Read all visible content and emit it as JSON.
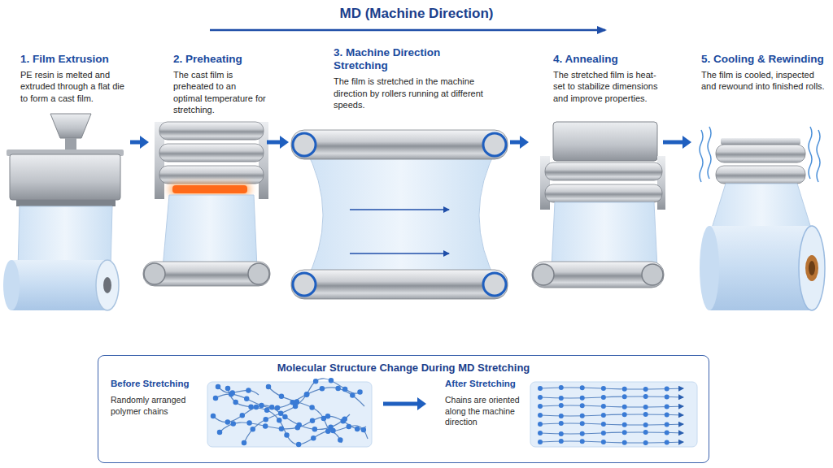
{
  "diagram": {
    "title": "MD (Machine Direction)",
    "nodes": [
      {
        "text": [
          "1. Film Extrusion",
          "PE resin is melted and extruded through a flat die to form a cast film."
        ]
      },
      {
        "text": [
          "2. Preheating",
          "The cast film is preheated to an optimal temperature for stretching."
        ]
      },
      {
        "text": [
          "3. Machine Direction Stretching",
          "The film is stretched in the machine direction by rollers running at different speeds."
        ]
      },
      {
        "text": [
          "4. Annealing",
          "The stretched film is heat-set to stabilize dimensions and improve properties."
        ]
      },
      {
        "text": [
          "5. Cooling & Rewinding",
          "The film is cooled, inspected and rewound into finished rolls."
        ]
      },
      {
        "text": [
          "Molecular Structure Change During MD Stretching"
        ]
      },
      {
        "text": [
          "Before Stretching",
          "Randomly arranged polymer chains"
        ],
        "in": 5
      },
      {
        "text": [
          "After Stretching",
          "Chains are oriented along the machine direction"
        ],
        "in": 5
      }
    ],
    "edges": [
      {
        "from": 0,
        "to": 1,
        "arrow": "to"
      },
      {
        "from": 1,
        "to": 2,
        "arrow": "to"
      },
      {
        "from": 2,
        "to": 3,
        "arrow": "to"
      },
      {
        "from": 3,
        "to": 4,
        "arrow": "to"
      },
      {
        "from": 6,
        "to": 7,
        "arrow": "to"
      }
    ]
  }
}
